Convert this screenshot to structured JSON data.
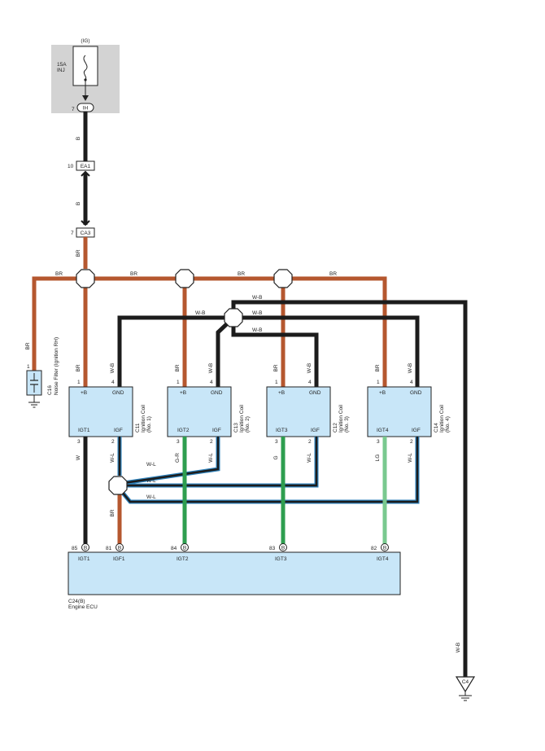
{
  "fuse": {
    "group": "(IG)",
    "rating": "15A",
    "name": "INJ",
    "pin": "7",
    "connector": "IH"
  },
  "connectors": {
    "ea1": {
      "pin": "10",
      "name": "EA1"
    },
    "ca3": {
      "pin": "7",
      "name": "CA3"
    }
  },
  "wire_colors": {
    "b": "B",
    "br": "BR",
    "wb": "W-B",
    "wl": "W-L",
    "w": "W",
    "gr": "G-R",
    "g": "G",
    "lg": "LG"
  },
  "colors": {
    "br": "#b5572f",
    "black": "#1c1c1c",
    "blue": "#2c7fb8",
    "green": "#2e9e4f",
    "light_green": "#79c98f",
    "box_fill": "#c8e6f8",
    "fuse_bg": "#d3d3d3"
  },
  "noise_filter": {
    "pin": "1",
    "id": "C16",
    "name": "Noise Filter (Ignition RH)"
  },
  "coils": [
    {
      "id": "C11",
      "name": "Ignition Coil",
      "num": "(No. 1)",
      "plus_b": "+B",
      "gnd": "GND",
      "igt": "IGT1",
      "igf": "IGF",
      "p1": "1",
      "p4": "4",
      "p3": "3",
      "p2": "2"
    },
    {
      "id": "C13",
      "name": "Ignition Coil",
      "num": "(No. 2)",
      "plus_b": "+B",
      "gnd": "GND",
      "igt": "IGT2",
      "igf": "IGF",
      "p1": "1",
      "p4": "4",
      "p3": "3",
      "p2": "2"
    },
    {
      "id": "C12",
      "name": "Ignition Coil",
      "num": "(No. 3)",
      "plus_b": "+B",
      "gnd": "GND",
      "igt": "IGT3",
      "igf": "IGF",
      "p1": "1",
      "p4": "4",
      "p3": "3",
      "p2": "2"
    },
    {
      "id": "C14",
      "name": "Ignition Coil",
      "num": "(No. 4)",
      "plus_b": "+B",
      "gnd": "GND",
      "igt": "IGT4",
      "igf": "IGF",
      "p1": "1",
      "p4": "4",
      "p3": "3",
      "p2": "2"
    }
  ],
  "ecu": {
    "id": "C24(B)",
    "name": "Engine ECU",
    "connector": "B",
    "pins": [
      {
        "num": "85",
        "label": "IGT1"
      },
      {
        "num": "81",
        "label": "IGF1"
      },
      {
        "num": "84",
        "label": "IGT2"
      },
      {
        "num": "83",
        "label": "IGT3"
      },
      {
        "num": "82",
        "label": "IGT4"
      }
    ]
  },
  "ground": {
    "id": "C4"
  }
}
